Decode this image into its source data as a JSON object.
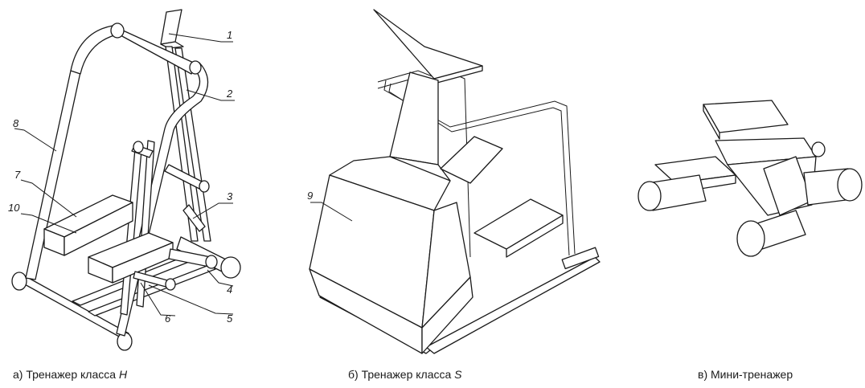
{
  "figures": [
    {
      "id": "a",
      "caption_text": "а) Тренажер класса ",
      "caption_class": "H",
      "callouts": [
        "1",
        "2",
        "3",
        "4",
        "5",
        "6",
        "7",
        "8",
        "10"
      ]
    },
    {
      "id": "b",
      "caption_text": "б) Тренажер класса ",
      "caption_class": "S",
      "callouts": [
        "9"
      ]
    },
    {
      "id": "c",
      "caption_text": "в) Мини-тренажер",
      "caption_class": "",
      "callouts": []
    }
  ]
}
